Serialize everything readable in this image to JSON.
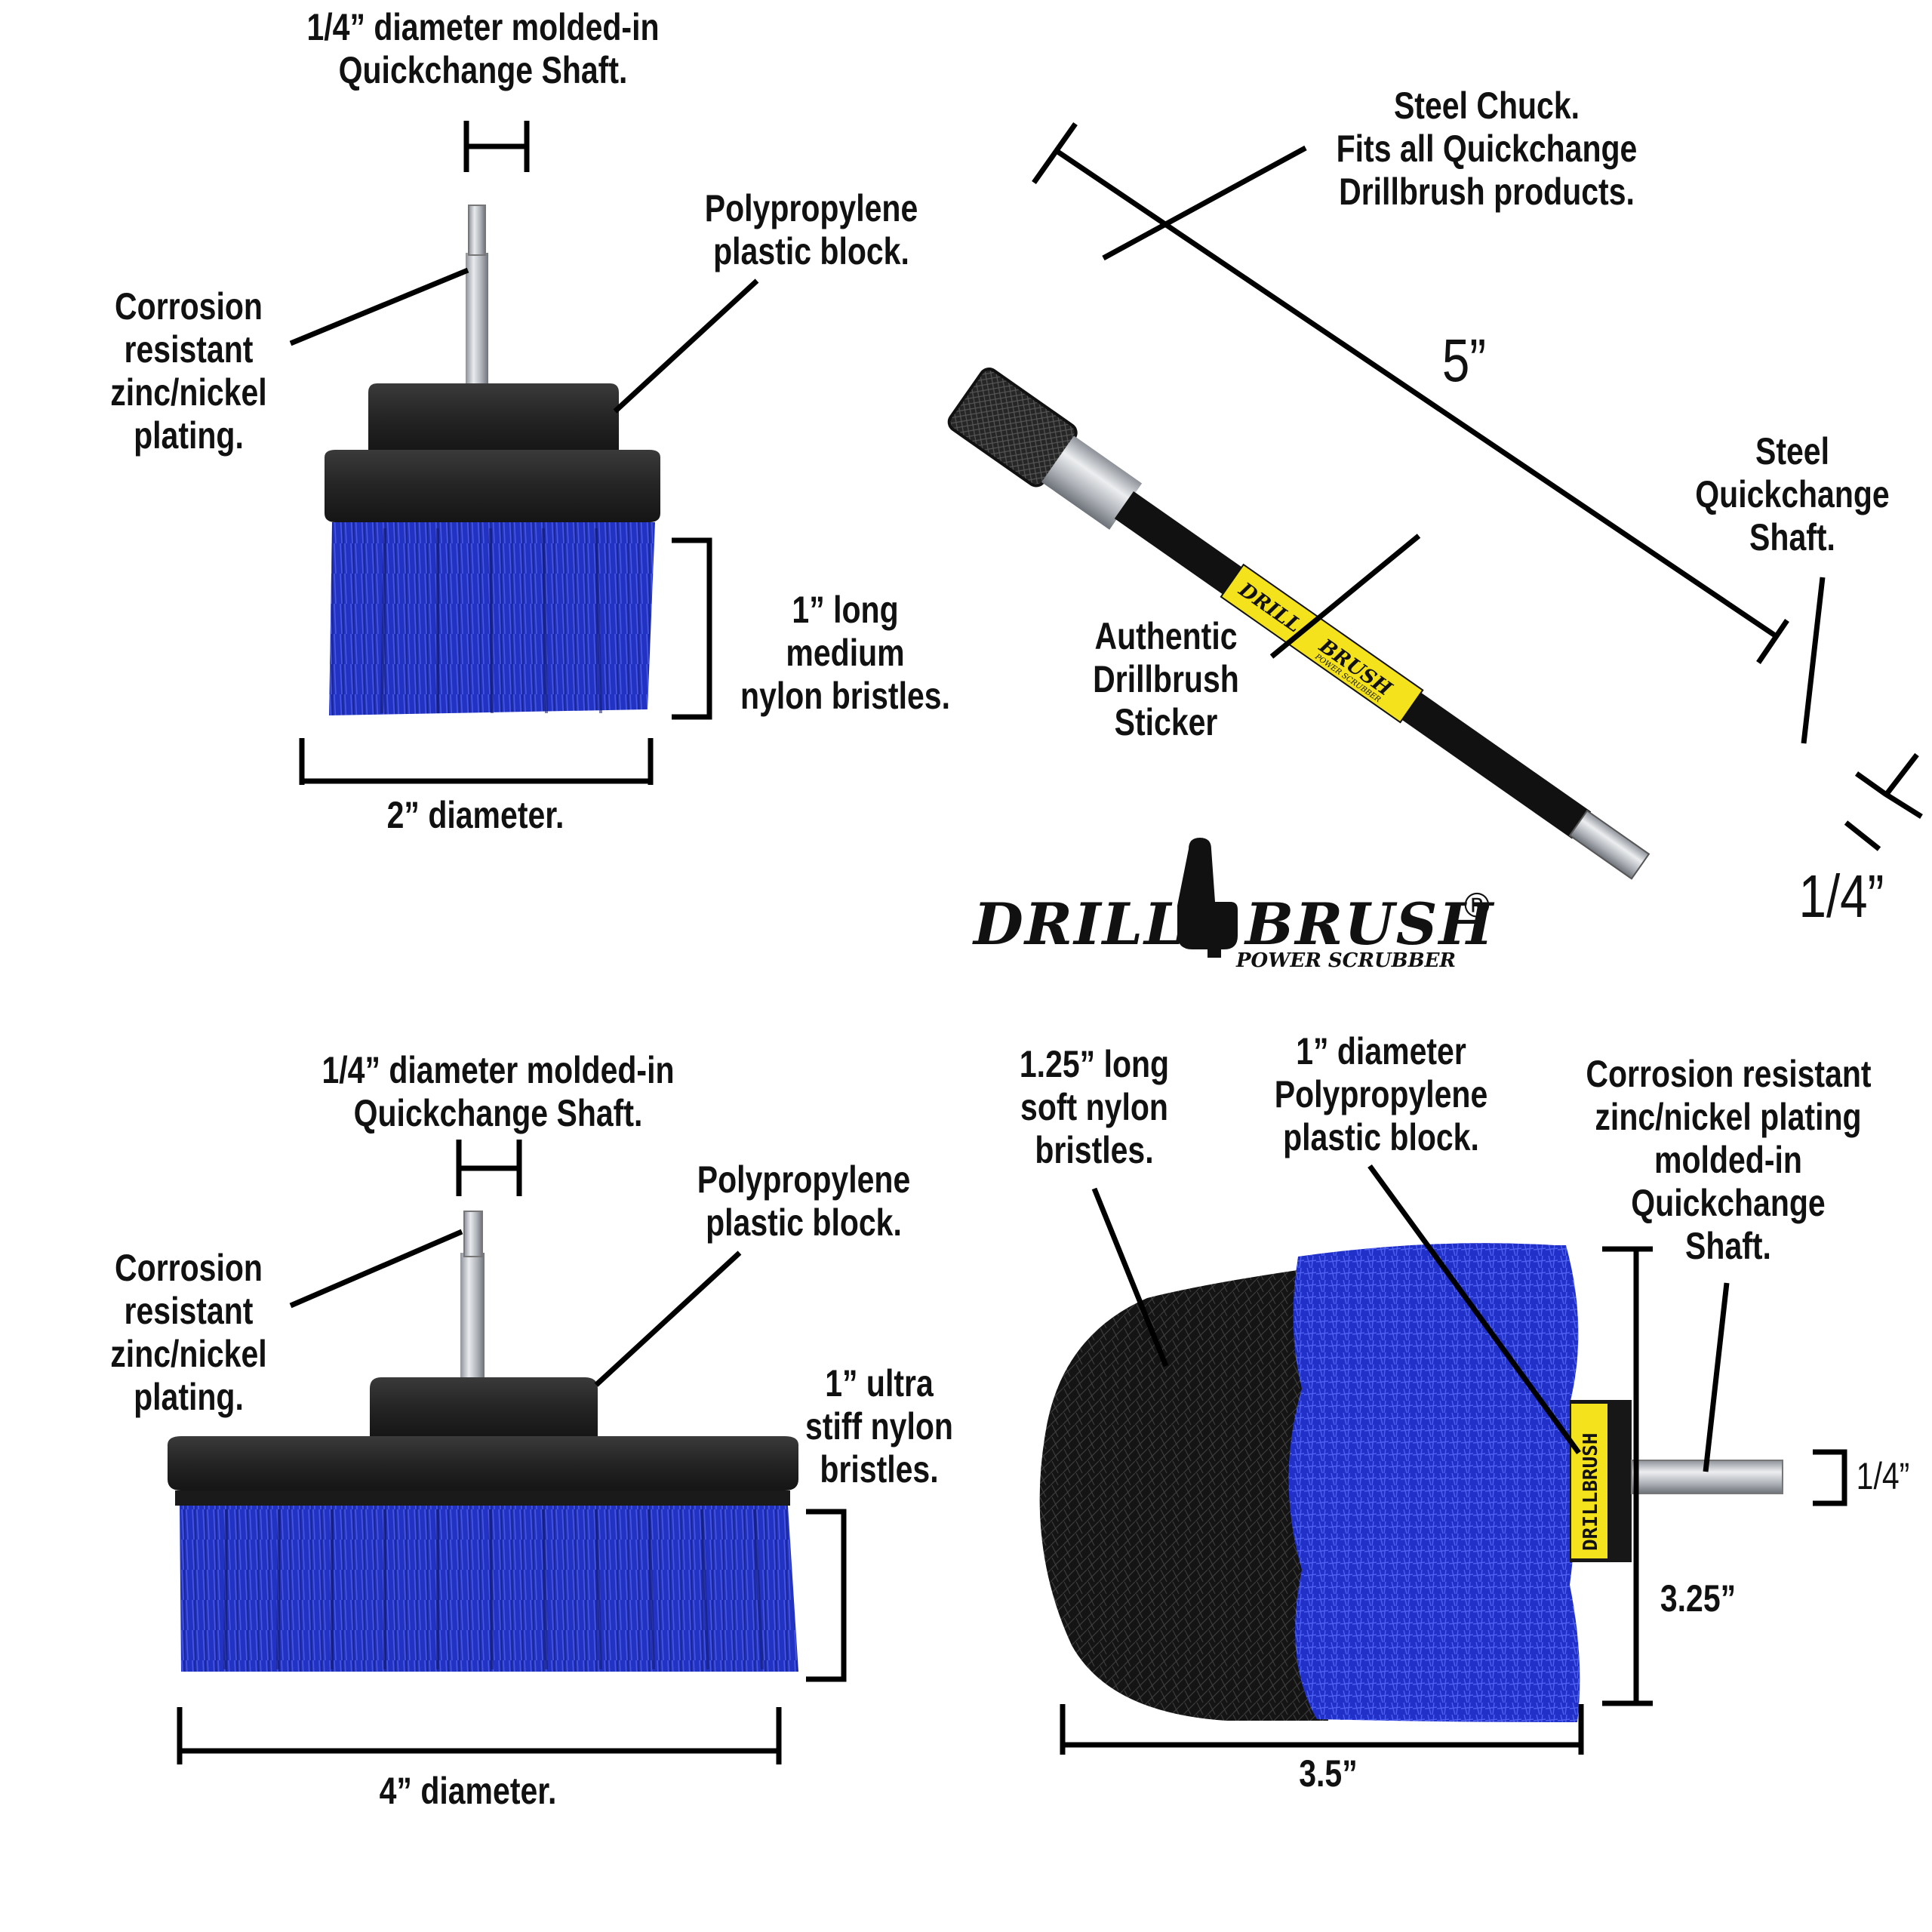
{
  "colors": {
    "bristle_blue": "#1f2fbf",
    "bristle_black": "#161616",
    "plastic_block": "#2a2a2a",
    "steel": "#b8bcc2",
    "sticker_yellow": "#f4e21c",
    "annotation_line": "#000000"
  },
  "top_left_brush": {
    "shaft_label": [
      "1/4” diameter molded-in",
      "Quickchange Shaft."
    ],
    "plating_label": [
      "Corrosion",
      "resistant",
      "zinc/nickel",
      "plating."
    ],
    "block_label": [
      "Polypropylene",
      "plastic block."
    ],
    "bristle_label": [
      "1” long",
      "medium",
      "nylon bristles."
    ],
    "diameter_label": "2” diameter."
  },
  "extension": {
    "chuck_label": [
      "Steel Chuck.",
      "Fits all Quickchange",
      "Drillbrush products."
    ],
    "length_label": "5”",
    "shaft_label": [
      "Steel",
      "Quickchange",
      "Shaft."
    ],
    "sticker_label": [
      "Authentic",
      "Drillbrush",
      "Sticker"
    ],
    "width_label": "1/4”",
    "sticker_text": [
      "DRILL",
      "BRUSH",
      "POWER SCRUBBER",
      "®"
    ]
  },
  "logo": {
    "word_left": "DRILL",
    "word_right": "BRUSH",
    "registered": "®",
    "tagline": "POWER SCRUBBER"
  },
  "bottom_left_brush": {
    "shaft_label": [
      "1/4” diameter molded-in",
      "Quickchange Shaft."
    ],
    "plating_label": [
      "Corrosion",
      "resistant",
      "zinc/nickel",
      "plating."
    ],
    "block_label": [
      "Polypropylene",
      "plastic block."
    ],
    "bristle_label": [
      "1” ultra",
      "stiff nylon",
      "bristles."
    ],
    "diameter_label": "4” diameter."
  },
  "round_brush": {
    "bristle_label": [
      "1.25” long",
      "soft nylon",
      "bristles."
    ],
    "block_label": [
      "1” diameter",
      "Polypropylene",
      "plastic block."
    ],
    "shaft_label": [
      "Corrosion resistant",
      "zinc/nickel plating",
      "molded-in",
      "Quickchange",
      "Shaft."
    ],
    "width_label": "1/4”",
    "height_label": "3.25”",
    "length_label": "3.5”",
    "collar_text": "DRILLBRUSH"
  }
}
